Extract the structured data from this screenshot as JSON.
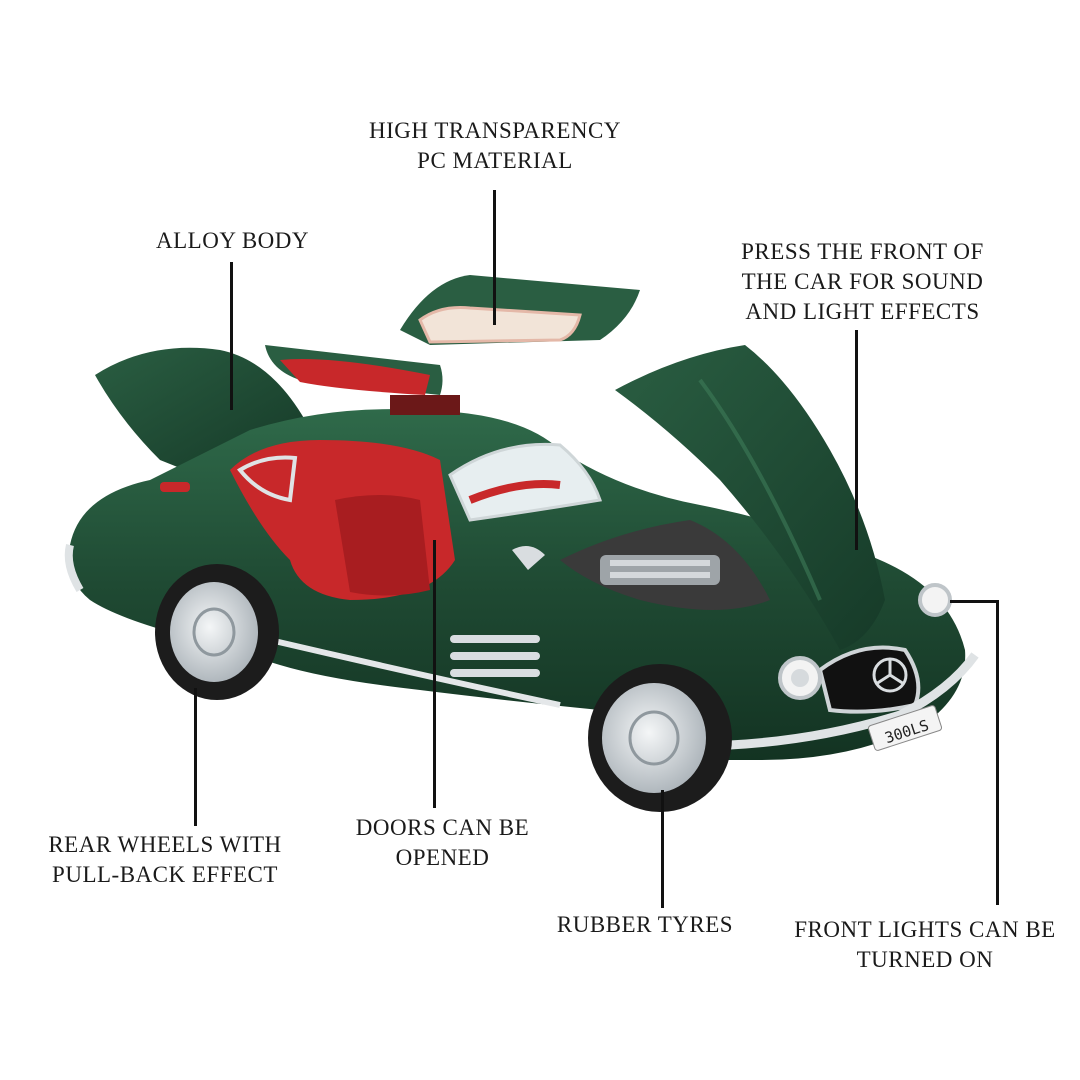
{
  "colors": {
    "body_green": "#1f4a33",
    "body_green_dark": "#133322",
    "body_green_light": "#2f6a4a",
    "interior_red": "#c8282a",
    "chrome": "#d9dde0",
    "tyre": "#1c1c1c",
    "leader_line": "#111111"
  },
  "callouts": {
    "glass": {
      "lines": [
        "HIGH TRANSPARENCY",
        "PC MATERIAL"
      ]
    },
    "body": {
      "lines": [
        "ALLOY BODY"
      ]
    },
    "sound": {
      "lines": [
        "PRESS THE FRONT OF",
        "THE CAR FOR SOUND",
        "AND LIGHT EFFECTS"
      ]
    },
    "rear_wheels": {
      "lines": [
        "REAR WHEELS WITH",
        "PULL-BACK EFFECT"
      ]
    },
    "doors": {
      "lines": [
        "DOORS CAN BE",
        "OPENED"
      ]
    },
    "tyres": {
      "lines": [
        "RUBBER TYRES"
      ]
    },
    "lights": {
      "lines": [
        "FRONT LIGHTS CAN BE",
        "TURNED ON"
      ]
    }
  },
  "car": {
    "plate_text": "300LS"
  }
}
